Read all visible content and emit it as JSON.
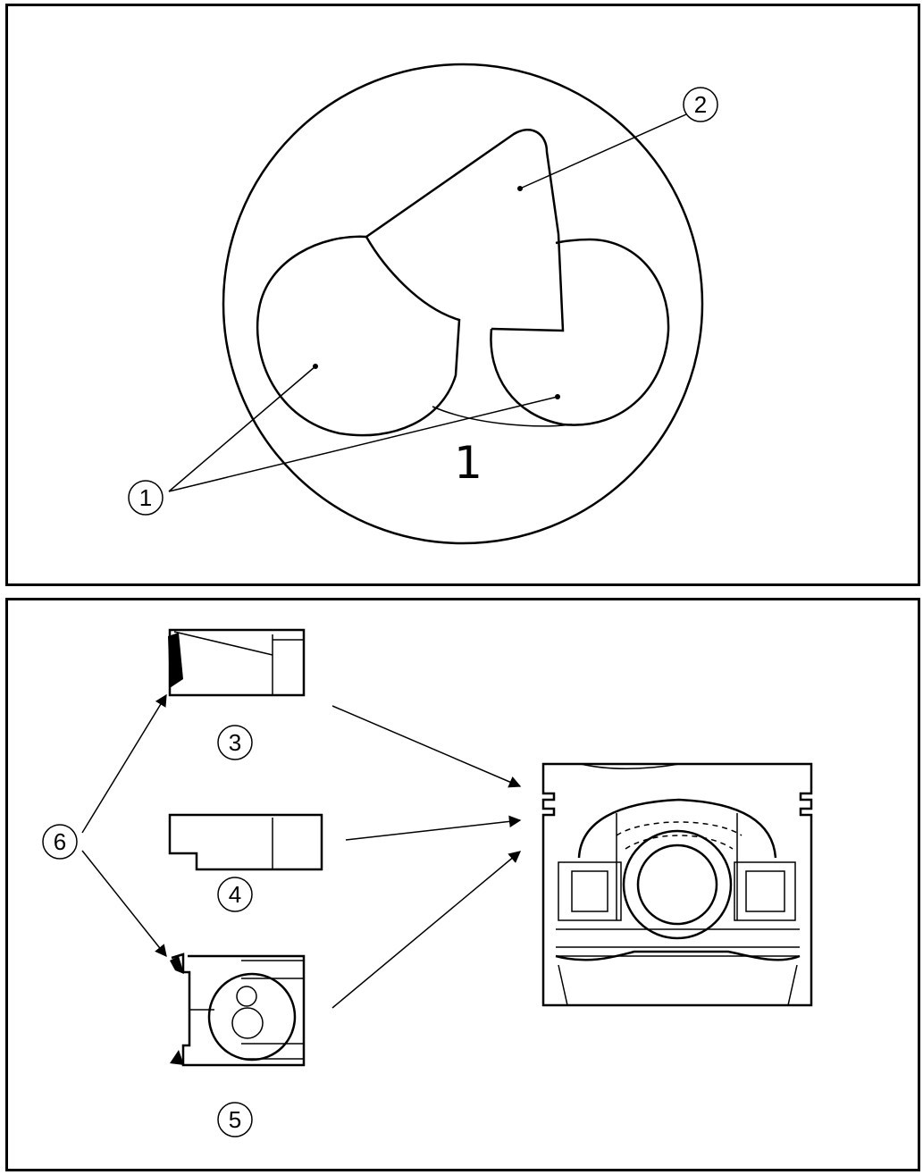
{
  "figure": {
    "top_panel": {
      "cylinder_number": "1",
      "callouts": [
        {
          "id": "valve-recess",
          "text": "1"
        },
        {
          "id": "combustion-chamber",
          "text": "2"
        }
      ]
    },
    "bottom_panel": {
      "callouts": [
        {
          "id": "piston-section-a",
          "text": "3"
        },
        {
          "id": "piston-section-b",
          "text": "4"
        },
        {
          "id": "piston-section-c",
          "text": "5"
        },
        {
          "id": "edge-marker",
          "text": "6"
        }
      ]
    }
  }
}
